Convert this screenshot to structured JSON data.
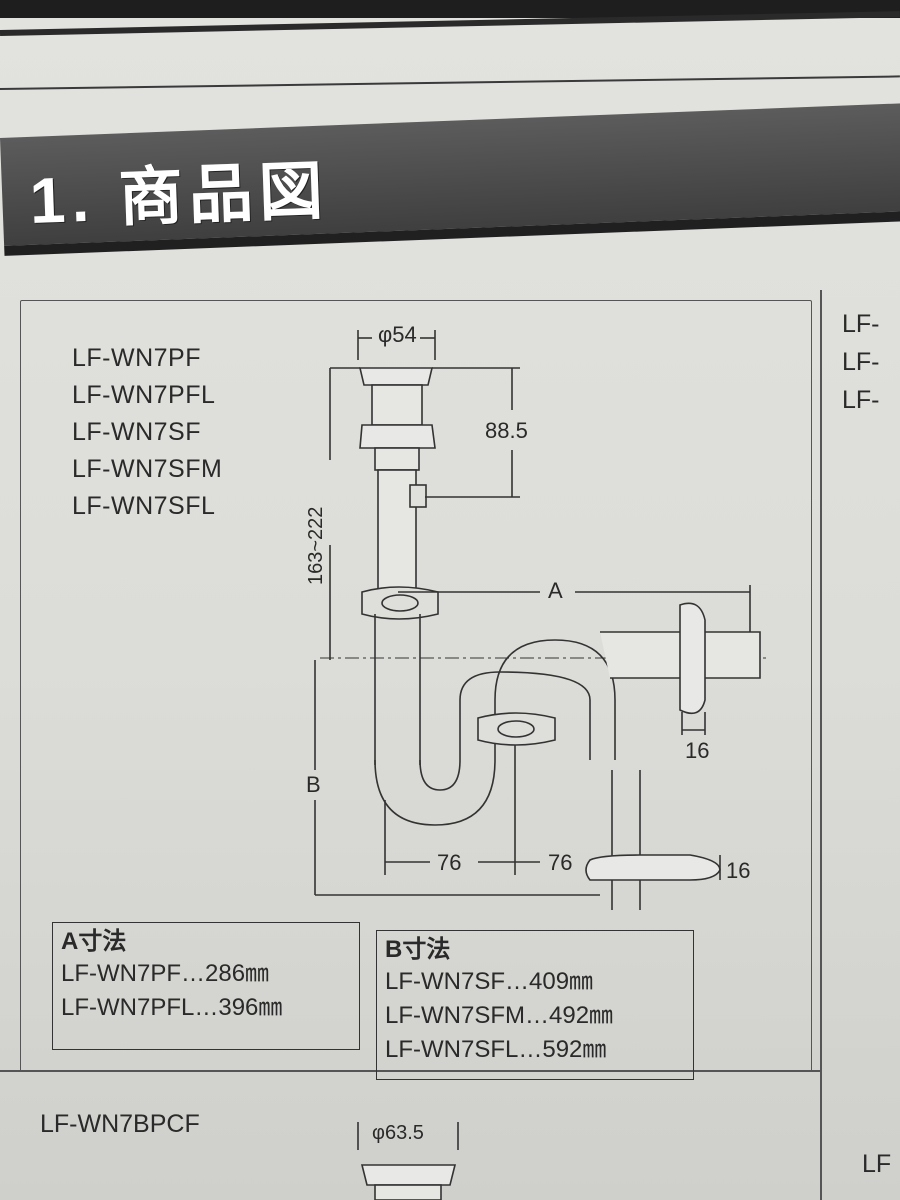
{
  "section": {
    "title": "1. 商品図"
  },
  "main_panel": {
    "models": [
      "LF-WN7PF",
      "LF-WN7PFL",
      "LF-WN7SF",
      "LF-WN7SFM",
      "LF-WN7SFL"
    ],
    "dimensions": {
      "top_diameter": "φ54",
      "height_top": "88.5",
      "height_range": "163~222",
      "a_label": "A",
      "b_label": "B",
      "offset_right": "16",
      "bottom_left": "76",
      "bottom_right": "76",
      "bottom_flange": "16"
    },
    "a_table": {
      "title": "A寸法",
      "rows": [
        "LF-WN7PF…286㎜",
        "LF-WN7PFL…396㎜"
      ]
    },
    "b_table": {
      "title": "B寸法",
      "rows": [
        "LF-WN7SF…409㎜",
        "LF-WN7SFM…492㎜",
        "LF-WN7SFL…592㎜"
      ]
    }
  },
  "right_panel": {
    "models": [
      "LF-",
      "LF-",
      "LF-"
    ],
    "lower_label": "LF"
  },
  "lower_panel": {
    "model": "LF-WN7BPCF",
    "top_diameter": "φ63.5"
  }
}
